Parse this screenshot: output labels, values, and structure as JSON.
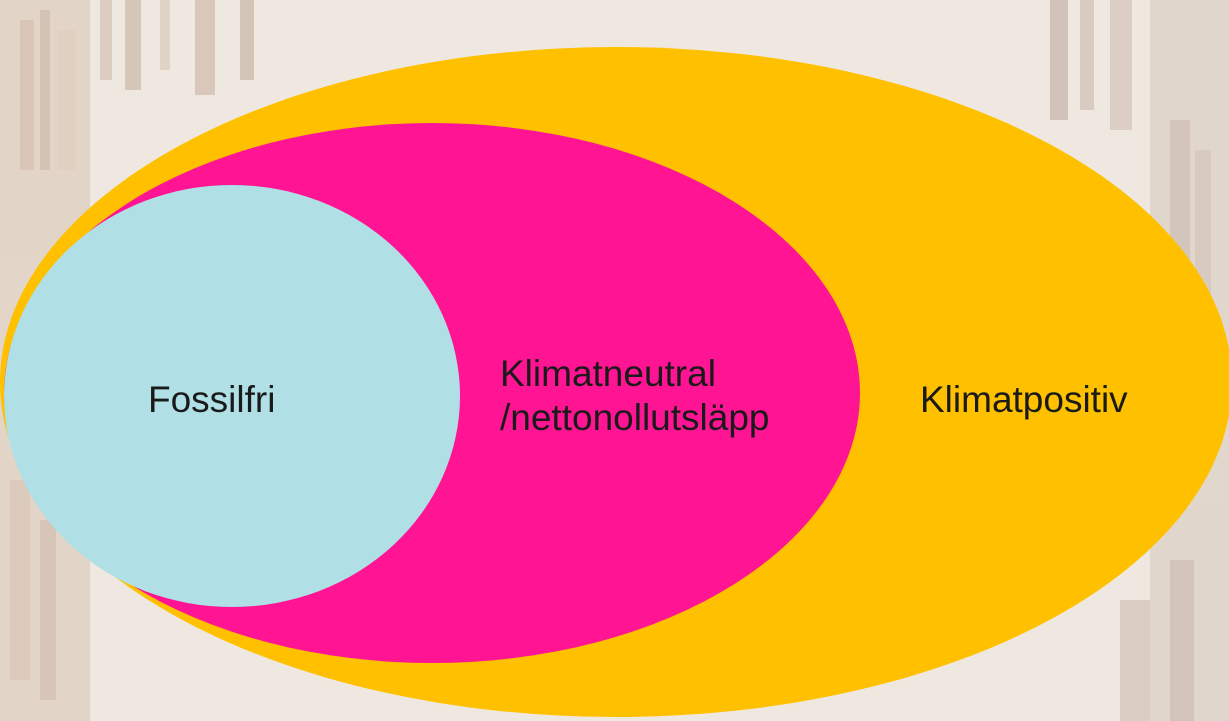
{
  "diagram": {
    "type": "nested-ellipses",
    "rings": [
      {
        "id": "outer",
        "label": "Klimatpositiv",
        "color": "#FFC000"
      },
      {
        "id": "middle",
        "label_line1": "Klimatneutral",
        "label_line2": "/nettonollutsläpp",
        "color": "#FF1493"
      },
      {
        "id": "inner",
        "label": "Fossilfri",
        "color": "#B0E0E6"
      }
    ]
  },
  "background": {
    "description_icon": "bookshelf-photo",
    "tint": "#efe9e2"
  }
}
